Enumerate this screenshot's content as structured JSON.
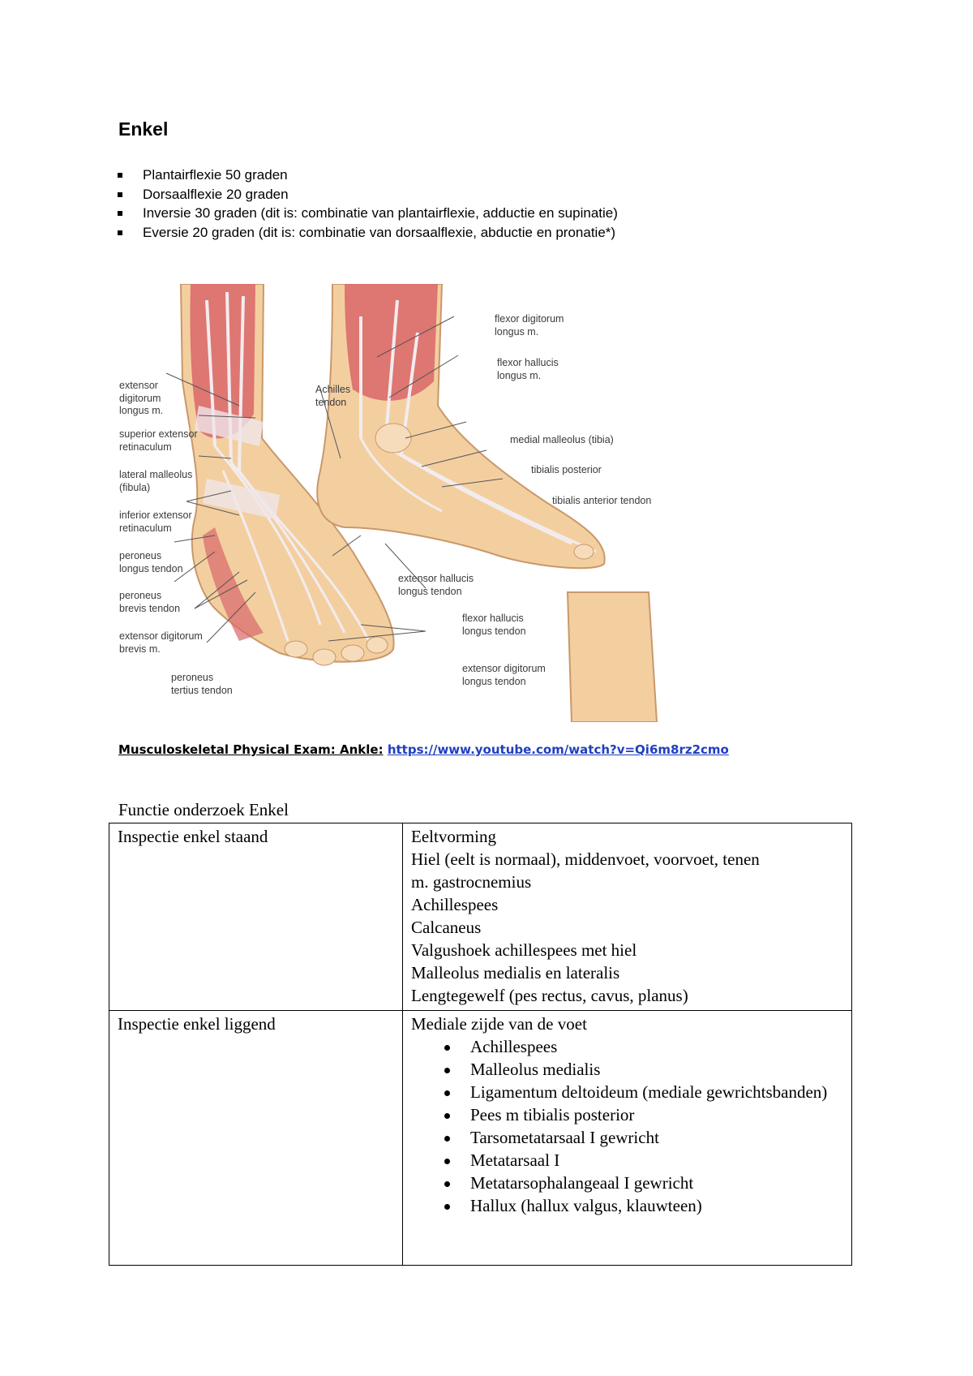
{
  "heading": "Enkel",
  "ranges": [
    "Plantairflexie 50 graden",
    "Dorsaalflexie 20 graden",
    "Inversie 30 graden (dit is: combinatie van plantairflexie, adductie en supinatie)",
    "Eversie 20 graden (dit is: combinatie van dorsaalflexie, abductie en pronatie*)"
  ],
  "figure": {
    "labels": {
      "extensor_digitorum_longus_m": "extensor\ndigitorum\nlongus m.",
      "superior_extensor_retinaculum": "superior extensor\nretinaculum",
      "lateral_malleolus": "lateral malleolus\n(fibula)",
      "inferior_extensor_retinaculum": "inferior extensor\nretinaculum",
      "peroneus_longus_tendon": "peroneus\nlongus tendon",
      "peroneus_brevis_tendon": "peroneus\nbrevis tendon",
      "extensor_digitorum_brevis_m": "extensor digitorum\nbrevis m.",
      "peroneus_tertius_tendon": "peroneus\ntertius tendon",
      "achilles_tendon": "Achilles\ntendon",
      "flexor_digitorum_longus_m": "flexor digitorum\nlongus m.",
      "flexor_hallucis_longus_m": "flexor hallucis\nlongus m.",
      "medial_malleolus": "medial malleolus (tibia)",
      "tibialis_posterior": "tibialis posterior",
      "tibialis_anterior_tendon": "tibialis anterior tendon",
      "extensor_hallucis_longus_tendon": "extensor hallucis\nlongus tendon",
      "flexor_hallucis_longus_tendon": "flexor hallucis\nlongus tendon",
      "extensor_digitorum_longus_tendon": "extensor digitorum\nlongus tendon"
    }
  },
  "video": {
    "label": "Musculoskeletal Physical Exam: Ankle:",
    "url": "https://www.youtube.com/watch?v=Qi6m8rz2cmo"
  },
  "section_title": "Functie onderzoek Enkel",
  "table": {
    "row1": {
      "label": "Inspectie enkel staand",
      "lines": [
        "Eeltvorming",
        "Hiel (eelt is normaal), middenvoet, voorvoet, tenen",
        "m. gastrocnemius",
        "Achillespees",
        "Calcaneus",
        "Valgushoek achillespees met hiel",
        "Malleolus medialis en lateralis",
        "Lengtegewelf (pes rectus, cavus, planus)"
      ]
    },
    "row2": {
      "label": "Inspectie enkel liggend",
      "intro": "Mediale zijde van de voet",
      "bullets": [
        "Achillespees",
        "Malleolus medialis",
        "Ligamentum deltoideum (mediale gewrichtsbanden)",
        "Pees m tibialis posterior",
        "Tarsometatarsaal I gewricht",
        "Metatarsaal I",
        "Metatarsophalangeaal I gewricht",
        "Hallux (hallux valgus, klauwteen)"
      ]
    }
  },
  "colors": {
    "skin": "#f3cfa0",
    "muscle": "#d9666a",
    "tendon": "#f2ecef",
    "link": "#1f3fbf"
  }
}
